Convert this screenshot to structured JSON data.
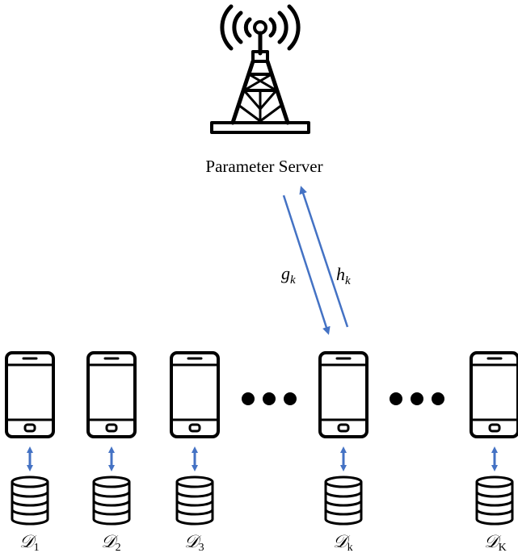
{
  "server": {
    "label": "Parameter Server",
    "icon": "radio-tower-icon"
  },
  "link": {
    "downlink": {
      "symbol": "g",
      "subscript": "k"
    },
    "uplink": {
      "symbol": "h",
      "subscript": "k"
    },
    "arrow_color": "#4472C4"
  },
  "devices": [
    {
      "id": "device-1",
      "dataset": {
        "symbol": "𝒟",
        "subscript": "1"
      }
    },
    {
      "id": "device-2",
      "dataset": {
        "symbol": "𝒟",
        "subscript": "2"
      }
    },
    {
      "id": "device-3",
      "dataset": {
        "symbol": "𝒟",
        "subscript": "3"
      }
    },
    {
      "id": "device-k",
      "dataset": {
        "symbol": "𝒟",
        "subscript": "k"
      }
    },
    {
      "id": "device-K",
      "dataset": {
        "symbol": "𝒟",
        "subscript": "K"
      }
    }
  ],
  "ellipsis_groups": 2,
  "colors": {
    "icon": "#000000",
    "arrow": "#4472C4"
  }
}
